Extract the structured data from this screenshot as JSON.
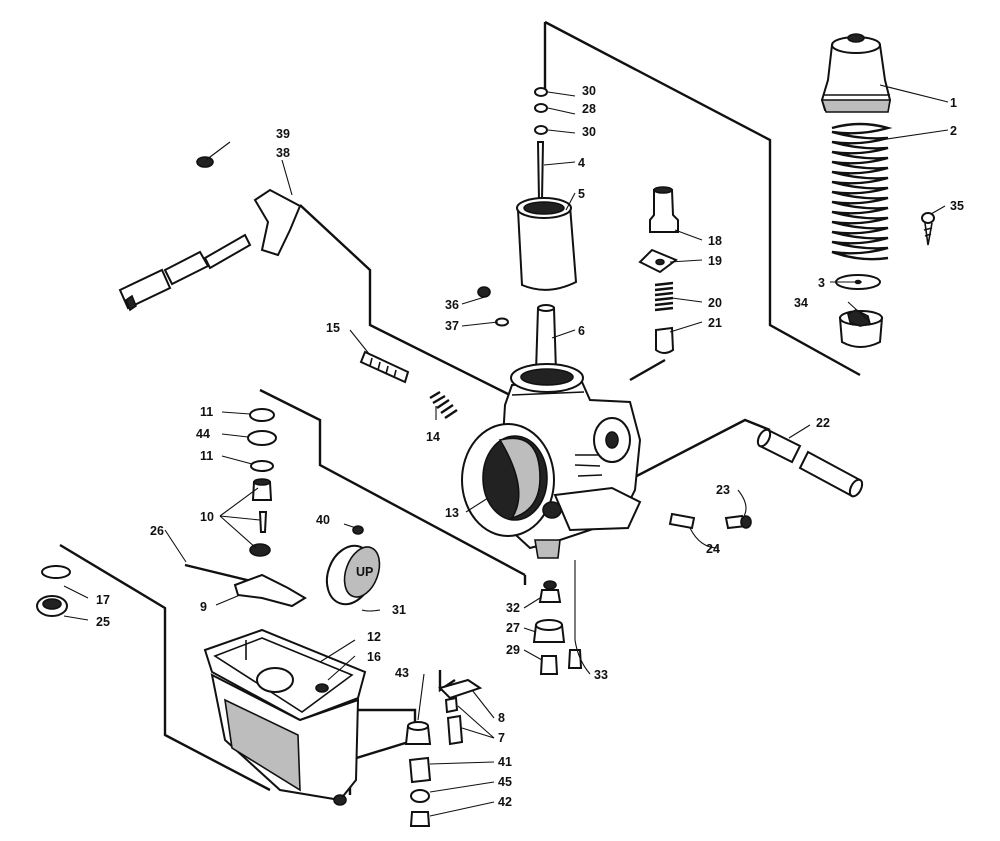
{
  "diagram": {
    "callouts": {
      "c1": "1",
      "c2": "2",
      "c3": "3",
      "c4": "4",
      "c5": "5",
      "c6": "6",
      "c7": "7",
      "c8": "8",
      "c9": "9",
      "c10": "10",
      "c11a": "11",
      "c11b": "11",
      "c12": "12",
      "c13": "13",
      "c14": "14",
      "c15": "15",
      "c16": "16",
      "c17": "17",
      "c18": "18",
      "c19": "19",
      "c20": "20",
      "c21": "21",
      "c22": "22",
      "c23": "23",
      "c24": "24",
      "c25": "25",
      "c26": "26",
      "c27": "27",
      "c28": "28",
      "c29": "29",
      "c30a": "30",
      "c30b": "30",
      "c31": "31",
      "c32": "32",
      "c33": "33",
      "c34": "34",
      "c35": "35",
      "c36": "36",
      "c37": "37",
      "c38": "38",
      "c39": "39",
      "c40": "40",
      "c41": "41",
      "c42": "42",
      "c43": "43",
      "c44": "44",
      "c45": "45"
    },
    "float_marking": "UP",
    "colors": {
      "ink": "#111111",
      "paper": "#ffffff",
      "shade": "#bdbdbd"
    }
  }
}
